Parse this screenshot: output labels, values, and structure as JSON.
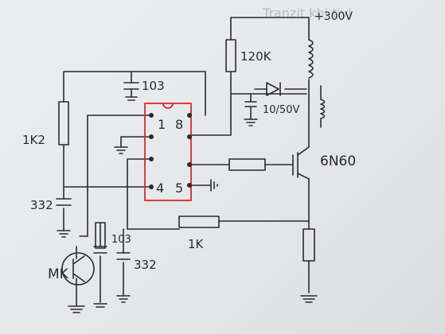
{
  "labels": {
    "top_ghost": "Tranzit khi tivi",
    "supply": "+300V",
    "r_bias": "120K",
    "cap_103_top": "103",
    "cap_electrolytic": "10/50V",
    "r_1k2": "1K2",
    "cap_332_left": "332",
    "mosfet": "6N60",
    "r_1k": "1K",
    "cap_103_low": "103",
    "cap_332_low": "332",
    "transistor": "MK",
    "pin1": "1",
    "pin8": "8",
    "pin4": "4",
    "pin5": "5"
  },
  "colors": {
    "ink": "#2a2a2e",
    "ic_outline": "#d8282e",
    "paper": "#e9eaec"
  }
}
